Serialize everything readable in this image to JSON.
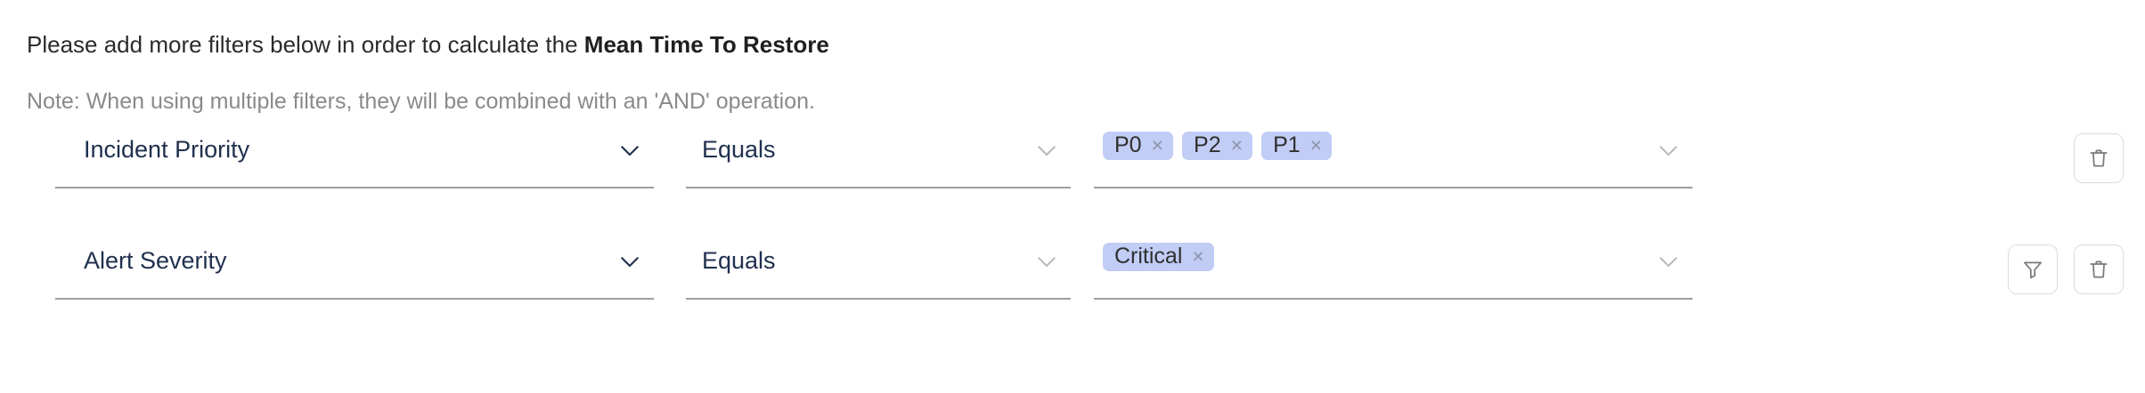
{
  "header": {
    "headline_prefix": "Please add more filters below in order to calculate the ",
    "headline_metric": "Mean Time To Restore",
    "note": "Note: When using multiple filters, they will be combined with an 'AND' operation."
  },
  "colors": {
    "chip_background": "#c2cdf5",
    "field_text": "#20304e",
    "note_text": "#8a8a8a",
    "underline": "#9e9e9e",
    "icon_stroke": "#7a7a7a"
  },
  "filter_rows": [
    {
      "attribute": "Incident Priority",
      "attribute_chevron": "chevron-down-icon",
      "operator": "Equals",
      "operator_chevron": "chevron-down-icon",
      "values": [
        {
          "label": "P0",
          "remove": "×"
        },
        {
          "label": "P2",
          "remove": "×"
        },
        {
          "label": "P1",
          "remove": "×"
        }
      ],
      "values_chevron": "chevron-down-icon",
      "actions": [
        "delete-icon"
      ]
    },
    {
      "attribute": "Alert Severity",
      "attribute_chevron": "chevron-down-icon",
      "operator": "Equals",
      "operator_chevron": "chevron-down-icon",
      "values": [
        {
          "label": "Critical",
          "remove": "×"
        }
      ],
      "values_chevron": "chevron-down-icon",
      "actions": [
        "filter-icon",
        "delete-icon"
      ]
    }
  ]
}
